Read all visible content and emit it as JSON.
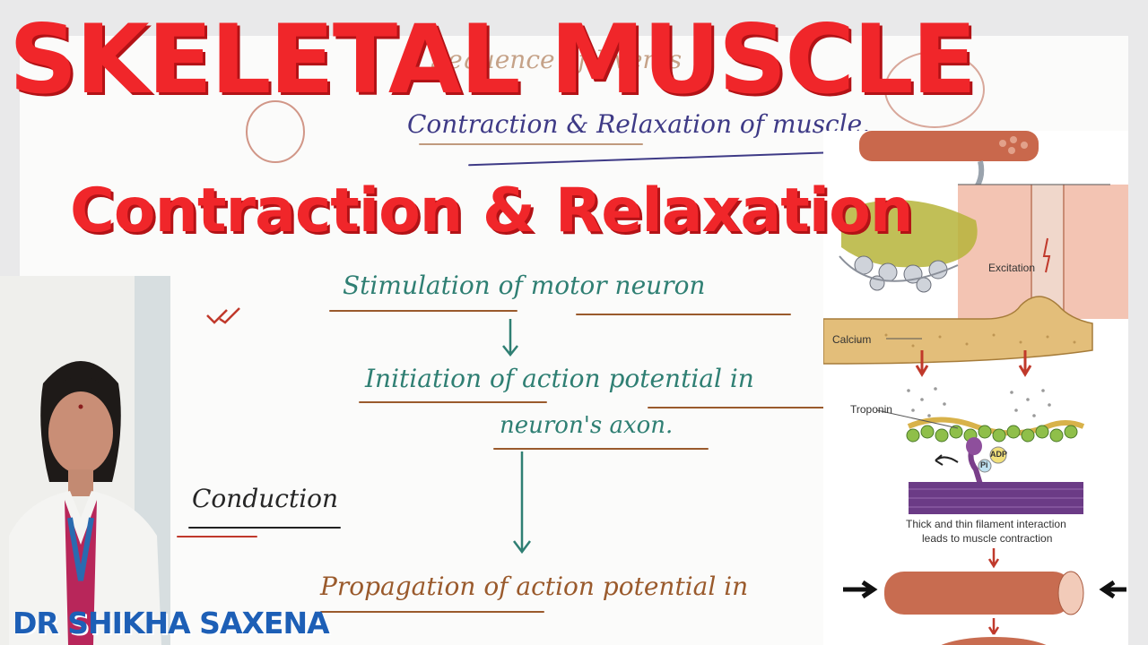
{
  "video": {
    "title": "SKELETAL MUSCLE",
    "subtitle": "Contraction & Relaxation",
    "presenter_name": "DR SHIKHA SAXENA"
  },
  "notes": {
    "faded_heading": "Sequence of Events",
    "heading": "Contraction & Relaxation of muscle.",
    "step1": "Stimulation of motor neuron",
    "step2_line1": "Initiation of action potential in",
    "step2_line2": "neuron's axon.",
    "side_label": "Conduction",
    "step3": "Propagation of action potential in"
  },
  "diagram": {
    "labels": {
      "excitation": "Excitation",
      "calcium": "Calcium",
      "troponin": "Troponin",
      "adp": "ADP",
      "pi": "Pi",
      "caption_line1": "Thick and thin filament interaction",
      "caption_line2": "leads to muscle contraction"
    }
  },
  "colors": {
    "title_red": "#f0262a",
    "presenter_blue": "#1d5fb6",
    "ink_teal": "#2f7f73",
    "ink_brown": "#9a5a2c",
    "ink_navy": "#3e3a86"
  }
}
